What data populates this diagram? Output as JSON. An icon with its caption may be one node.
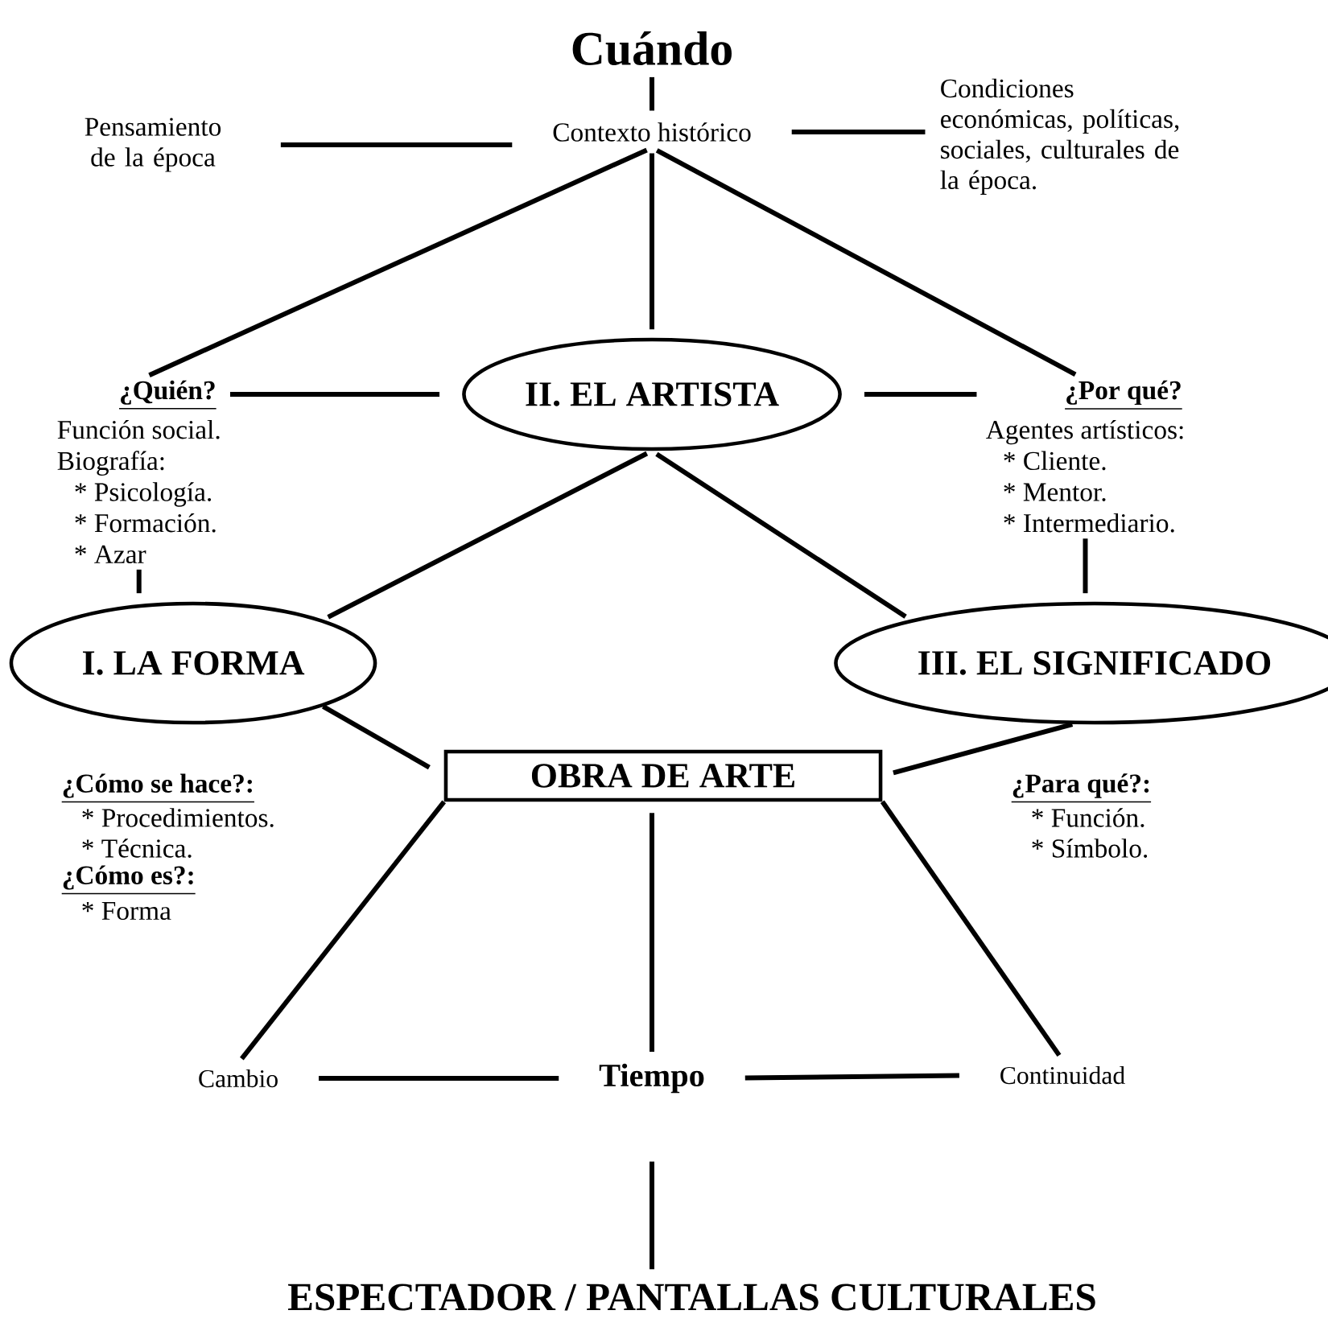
{
  "diagram": {
    "nodes": [
      {
        "text": [
          "Cuándo"
        ]
      },
      {
        "text": [
          "Pensamiento de la época"
        ]
      },
      {
        "text": [
          "Contexto histórico"
        ]
      },
      {
        "text": [
          "Condiciones económicas, políticas, sociales, culturales de la época."
        ]
      },
      {
        "text": [
          "¿Quién?",
          "Función social.",
          "Biografía:",
          "* Psicología.",
          "* Formación.",
          "* Azar"
        ]
      },
      {
        "text": [
          "II. EL ARTISTA"
        ]
      },
      {
        "text": [
          "¿Por qué?",
          "Agentes artísticos:",
          "* Cliente.",
          "* Mentor.",
          "* Intermediario."
        ]
      },
      {
        "text": [
          "I. LA FORMA"
        ]
      },
      {
        "text": [
          "III. EL SIGNIFICADO"
        ]
      },
      {
        "text": [
          "OBRA DE ARTE"
        ]
      },
      {
        "text": [
          "Cambio"
        ]
      },
      {
        "text": [
          "Tiempo"
        ]
      },
      {
        "text": [
          "Continuidad"
        ]
      },
      {
        "text": [
          "ESPECTADOR / PANTALLAS CULTURALES"
        ]
      }
    ],
    "edges": [
      {
        "from": 0,
        "to": 2,
        "arrow": "none"
      },
      {
        "from": 1,
        "to": 2,
        "arrow": "none"
      },
      {
        "from": 2,
        "to": 3,
        "arrow": "none"
      },
      {
        "from": 2,
        "to": 4,
        "arrow": "none"
      },
      {
        "from": 2,
        "to": 5,
        "arrow": "none"
      },
      {
        "from": 2,
        "to": 6,
        "arrow": "none"
      },
      {
        "from": 4,
        "to": 5,
        "arrow": "none"
      },
      {
        "from": 5,
        "to": 6,
        "arrow": "none"
      },
      {
        "from": 5,
        "to": 7,
        "arrow": "none"
      },
      {
        "from": 5,
        "to": 8,
        "arrow": "none"
      },
      {
        "from": 4,
        "to": 7,
        "arrow": "none"
      },
      {
        "from": 6,
        "to": 8,
        "arrow": "none"
      },
      {
        "from": 7,
        "to": 9,
        "arrow": "none"
      },
      {
        "from": 8,
        "to": 9,
        "arrow": "none"
      },
      {
        "from": 9,
        "to": 10,
        "arrow": "none"
      },
      {
        "from": 9,
        "to": 11,
        "arrow": "none"
      },
      {
        "from": 9,
        "to": 12,
        "arrow": "none"
      },
      {
        "from": 10,
        "to": 11,
        "arrow": "none"
      },
      {
        "from": 11,
        "to": 12,
        "arrow": "none"
      },
      {
        "from": 11,
        "to": 13,
        "arrow": "none"
      }
    ],
    "labels": [
      "¿Cómo se hace?:",
      "* Procedimientos.",
      "* Técnica.",
      "¿Cómo es?:",
      "* Forma",
      "¿Para qué?:",
      "* Función.",
      "* Símbolo."
    ]
  }
}
